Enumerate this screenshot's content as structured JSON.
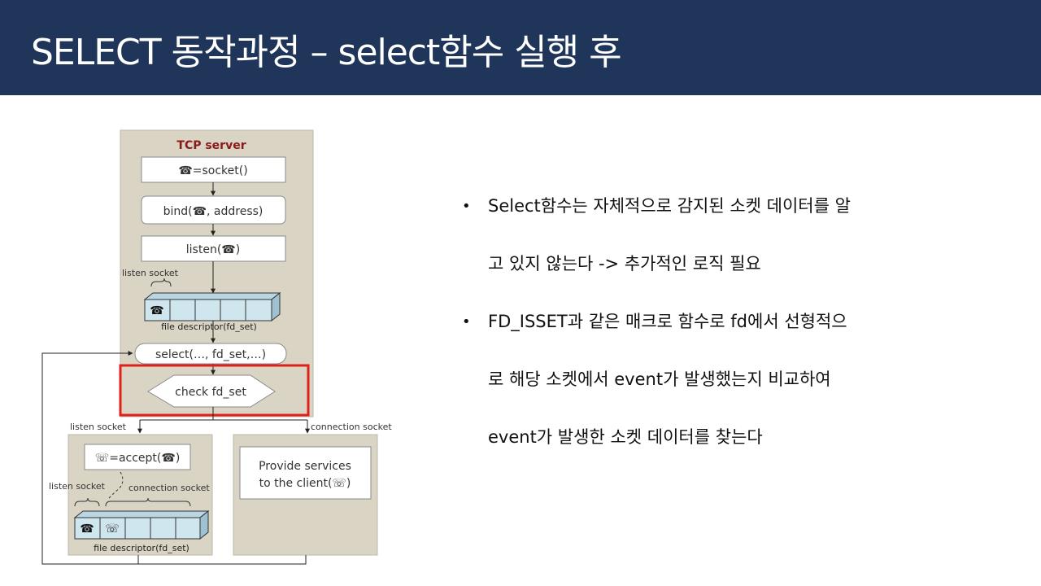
{
  "slide": {
    "title": "SELECT 동작과정 – select함수 실행 후",
    "theme_color": "#1f355a",
    "highlight_color": "#e0201b"
  },
  "diagram": {
    "server_title": "TCP server",
    "step_socket": "☎=socket()",
    "step_bind": "bind(☎, address)",
    "step_listen": "listen(☎)",
    "listen_socket_label": "listen socket",
    "fd_set_label": "file descriptor(fd_set)",
    "select_label": "select(…, fd_set,…)",
    "check_label": "check fd_set",
    "branch_left_label": "listen socket",
    "branch_right_label": "connection socket",
    "accept_label": "☏=accept(☎)",
    "listen_socket_label2": "listen socket",
    "connection_socket_label": "connection socket",
    "fd_set_label2": "file descriptor(fd_set)",
    "provide_line1": "Provide services",
    "provide_line2": "to the client(☏)"
  },
  "bullets": [
    {
      "line1": "Select함수는 자체적으로 감지된 소켓 데이터를 알",
      "line2": "고 있지 않는다 -> 추가적인 로직 필요"
    },
    {
      "line1": "FD_ISSET과 같은 매크로 함수로 fd에서 선형적으",
      "line2": "로 해당 소켓에서 event가 발생했는지 비교하여",
      "line3": "event가 발생한 소켓 데이터를 찾는다"
    }
  ]
}
